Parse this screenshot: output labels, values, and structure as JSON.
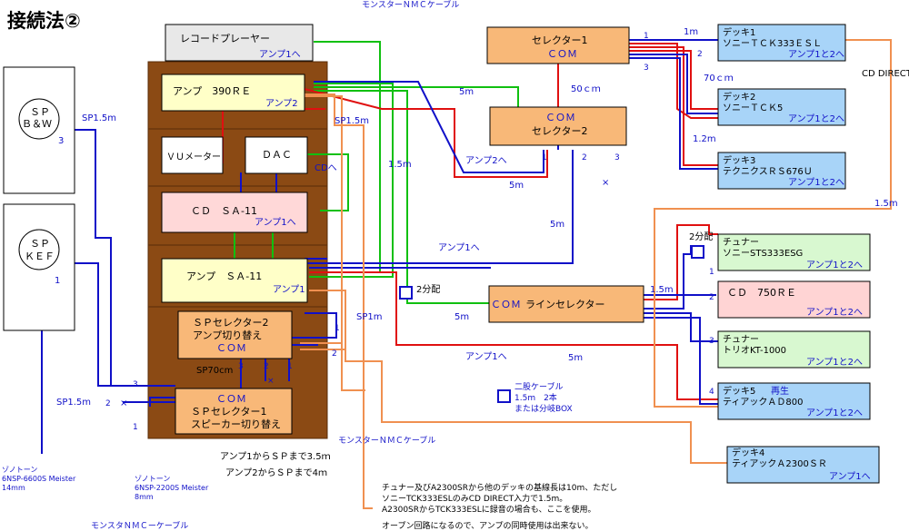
{
  "title": "接続法②",
  "speakers": {
    "bw": {
      "line1": "ＳＰ",
      "line2": "Ｂ＆Ｗ",
      "port": "3"
    },
    "kef": {
      "line1": "ＳＰ",
      "line2": "ＫＥＦ",
      "port": "1"
    }
  },
  "devices": {
    "record": {
      "name": "レコードプレーヤー",
      "sub": "アンプ1へ"
    },
    "amp390": {
      "name": "アンプ　390ＲＥ",
      "sub": "アンプ2"
    },
    "vu": {
      "name": "ＶＵメーター"
    },
    "dac": {
      "name": "ＤＡＣ",
      "cd_label": "CDへ"
    },
    "cd_sa11": {
      "name": "ＣＤ　ＳＡ-11",
      "sub": "アンプ1へ"
    },
    "amp_sa11": {
      "name": "アンプ　ＳＡ-11",
      "sub": "アンプ1"
    },
    "sp_sel2": {
      "line1": "ＳＰセレクター2",
      "line2": "アンプ切り替え",
      "com": "ＣＯＭ"
    },
    "sp_sel1": {
      "com": "ＣＯＭ",
      "line1": "ＳＰセレクター1",
      "line2": "スピーカー切り替え"
    },
    "selector1": {
      "name": "セレクター1",
      "com": "ＣＯＭ"
    },
    "selector2": {
      "com": "ＣＯＭ",
      "name": "セレクター2"
    },
    "line_sel": {
      "com": "ＣＯＭ",
      "name": "ラインセレクター"
    },
    "deck1": {
      "line1": "デッキ1",
      "line2": "ソニーＴＣＫ333ＥＳＬ",
      "sub": "アンプ1と2へ"
    },
    "deck2": {
      "line1": "デッキ2",
      "line2": "ソニーＴＣＫ5",
      "sub": "アンプ1と2へ"
    },
    "deck3": {
      "line1": "デッキ3",
      "line2": "テクニクスＲＳ676Ｕ",
      "sub": "アンプ1と2へ"
    },
    "tuner1": {
      "line1": "チュナー",
      "line2": "ソニーSTS333ESG",
      "sub": "アンプ1と2へ"
    },
    "cd750": {
      "line1": "ＣＤ　750ＲＥ",
      "sub": "アンプ1と2へ"
    },
    "tuner2": {
      "line1": "チュナー",
      "line2": "トリオKT-1000",
      "sub": "アンプ1と2へ"
    },
    "deck5": {
      "line1": "デッキ5",
      "line1b": "再生",
      "line2": "ティアックＡＤ800",
      "sub": "アンプ1と2へ"
    },
    "deck4": {
      "line1": "デッキ4",
      "line2": "ティアックＡ2300ＳＲ",
      "sub": "アンプ1へ"
    }
  },
  "labels": {
    "monster_top": "モンスターＮＭＣケーブル",
    "monster_mid": "モンスターＮＭＣケーブル",
    "monster_bottom": "モンスタＮＭＣーケーブル",
    "sp15_top": "SP1.5m",
    "sp15_bottom": "SP1.5m",
    "sp15_amp": "SP1.5m",
    "sp1m": "SP1m",
    "sp70": "SP70cm",
    "l5m_a": "5m",
    "l5m_b": "5m",
    "l5m_c": "5m",
    "l5m_d": "5m",
    "l5m_e": "5m",
    "l15m": "1.5m",
    "l15m_b": "1.5m",
    "l15m_c": "1.5m",
    "l1m": "1m",
    "l12m": "1.2m",
    "l50": "50ｃｍ",
    "l70": "70ｃｍ",
    "to_amp2": "アンプ2へ",
    "to_amp1": "アンプ1へ",
    "to_amp1_b": "アンプ1へ",
    "split_a": "2分配",
    "split_b": "2分配",
    "cd_direct": "CD DIRECT",
    "x1": "×",
    "x2": "×",
    "sel2_ports": [
      "1",
      "2",
      "3"
    ],
    "sel1_ports": [
      "1",
      "2",
      "3"
    ],
    "sel2_out": [
      "1",
      "2"
    ],
    "sp2_ports": [
      "3",
      "2",
      "1"
    ],
    "sp1_ports": [
      "3",
      "2",
      "1"
    ],
    "line_ports": [
      "1",
      "2",
      "3",
      "4"
    ],
    "x_small": "×",
    "zonotone_a1": "ゾノトーン",
    "zonotone_a2": "6NSP-6600S Meister",
    "zonotone_a3": "14mm",
    "zonotone_b1": "ゾノトーン",
    "zonotone_b2": "6NSP-2200S Meister",
    "zonotone_b3": "8mm",
    "sp_len1": "アンプ1からＳＰまで3.5ｍ",
    "sp_len2": "アンプ2からＳＰまで4ｍ",
    "legend1": "二股ケーブル",
    "legend2": "1.5m　2本",
    "legend3": "または分岐BOX",
    "note1": "チュナー及びA2300SRから他のデッキの基線長は10m、ただし",
    "note2": "ソニーTCK333ESLのみCD DIRECT入力で1.5m。",
    "note3": "A2300SRからTCK333ESLに録音の場合も、ここを使用。",
    "note4": "オープン回路になるので、アンプの同時使用は出来ない。"
  },
  "colors": {
    "rack": "#8b4a14",
    "yellow": "#ffffc8",
    "pink": "#ffd8d8",
    "orange": "#f8b878",
    "blue_box": "#a8d4f8",
    "green_box": "#d8f8d0",
    "pink_box": "#ffd4d4",
    "blue_line": "#1010c8",
    "red_line": "#e01010",
    "green_line": "#10c010",
    "orange_line": "#f09050"
  }
}
